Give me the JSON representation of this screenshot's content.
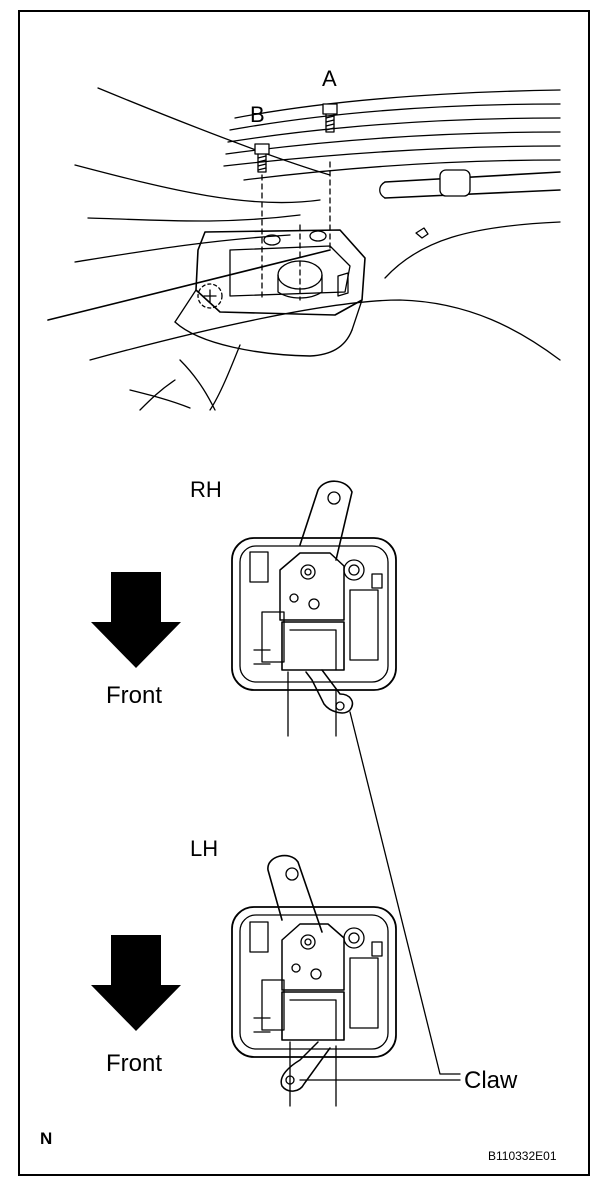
{
  "top_view": {
    "bolt_a_label": "A",
    "bolt_b_label": "B"
  },
  "rh_view": {
    "title": "RH",
    "direction_label": "Front"
  },
  "lh_view": {
    "title": "LH",
    "direction_label": "Front"
  },
  "callout": {
    "claw_label": "Claw"
  },
  "footer": {
    "view_code": "N",
    "figure_id": "B110332E01"
  },
  "colors": {
    "ink": "#000000",
    "paper": "#ffffff"
  }
}
